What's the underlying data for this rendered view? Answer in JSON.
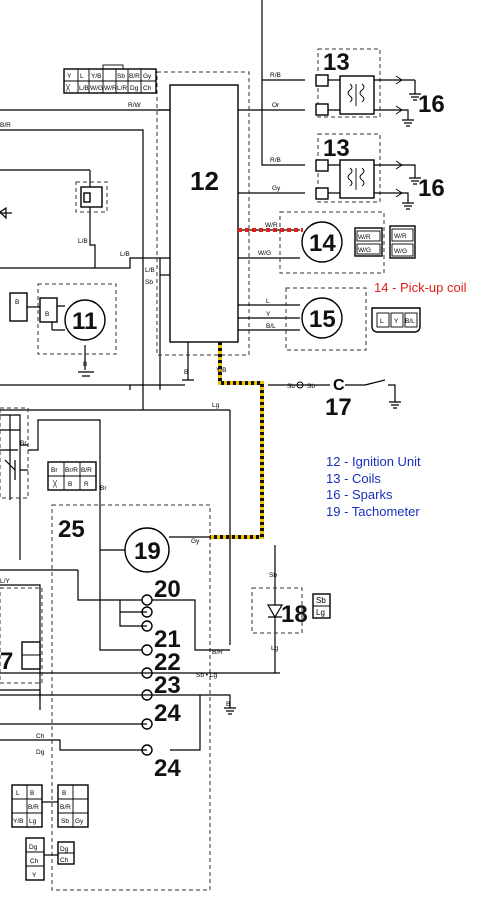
{
  "numbers": {
    "n12": "12",
    "n13a": "13",
    "n13b": "13",
    "n16a": "16",
    "n16b": "16",
    "n14": "14",
    "n15": "15",
    "n11": "11",
    "n17": "17",
    "n25": "25",
    "n19": "19",
    "n20": "20",
    "n21": "21",
    "n22": "22",
    "n23": "23",
    "n24a": "24",
    "n24b": "24",
    "n18": "18",
    "n7": "7"
  },
  "wire_labels": {
    "rb1": "R/B",
    "rw": "R/W",
    "or": "Or",
    "br": "B/R",
    "rb2": "R/B",
    "gy1": "Gy",
    "wr": "W/R",
    "wg": "W/G",
    "lb1": "L/B",
    "lb2": "L/B",
    "lb3": "L/B",
    "sb1": "Sb",
    "l": "L",
    "y": "Y",
    "bl": "B/L",
    "b1": "B",
    "b2": "B",
    "yb": "Y/B",
    "sb2": "Sb",
    "sb3": "Sb",
    "lg1": "Lg",
    "br2": "Br",
    "br3": "Br",
    "gy2": "Gy",
    "sb4": "Sb",
    "lg2": "Lg",
    "br4": "B/R",
    "sblg": "Sb • Lg",
    "b3": "B",
    "ch": "Ch",
    "dg": "Dg",
    "ly": "L/Y"
  },
  "connectors": {
    "top": [
      "Y",
      "L",
      "Y/B",
      "Sb",
      "B/R",
      "Gy",
      "╳",
      "L/B",
      "W/G",
      "W/R",
      "L/R",
      "Dg",
      "Ch"
    ],
    "c14": [
      "W/R",
      "W/G",
      "W/R",
      "W/G"
    ],
    "c15": [
      "L",
      "Y",
      "B/L"
    ],
    "c18": [
      "Sb",
      "Lg"
    ],
    "c_mid": [
      "Br",
      "Br/R",
      "B/R",
      "╳",
      "B",
      "R"
    ],
    "c11": [
      "B",
      "B"
    ],
    "c_bot1": [
      "L",
      "B",
      "B/R",
      "Y/B",
      "Lg",
      "B",
      "B/R",
      "Sb",
      "Gy"
    ],
    "c_bot2": [
      "Dg",
      "Ch",
      "Y"
    ],
    "c_bot3": [
      "Dg",
      "Ch"
    ]
  },
  "legend": {
    "pickup": "14 - Pick-up coil",
    "items": [
      "12 - Ignition Unit",
      "13 - Coils",
      "16 - Sparks",
      "19 - Tachometer"
    ]
  },
  "colors": {
    "highlight_yellow": "#f2c200",
    "highlight_red": "#e0201a",
    "legend_blue": "#1a2fbf"
  }
}
